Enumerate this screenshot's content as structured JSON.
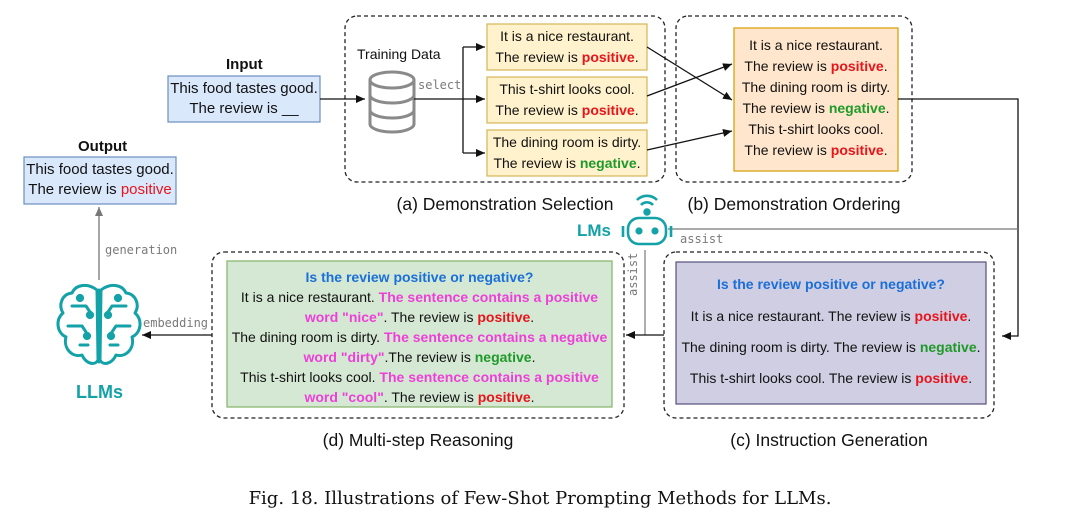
{
  "input": {
    "heading": "Input",
    "line1": "This food tastes good.",
    "line2": "The review is __"
  },
  "output": {
    "heading": "Output",
    "line1": "This food tastes good.",
    "line2_prefix": "The review is ",
    "line2_value": "positive"
  },
  "training_data": {
    "label": "Training Data",
    "arrow_label": "select"
  },
  "selection": {
    "caption": "(a) Demonstration Selection",
    "items": [
      {
        "text": "It is a nice restaurant.",
        "prefix": "The review is ",
        "label": "positive",
        "end": "."
      },
      {
        "text": "This t-shirt looks cool.",
        "prefix": "The review is ",
        "label": "positive",
        "end": "."
      },
      {
        "text": "The dining room is dirty.",
        "prefix": "The review is ",
        "label": "negative",
        "end": "."
      }
    ]
  },
  "ordering": {
    "caption": "(b) Demonstration Ordering",
    "items": [
      {
        "text": "It is a nice restaurant.",
        "prefix": "The review is ",
        "label": "positive",
        "end": "."
      },
      {
        "text": "The dining room is dirty.",
        "prefix": "The review is ",
        "label": "negative",
        "end": "."
      },
      {
        "text": "This t-shirt looks cool.",
        "prefix": "The review is ",
        "label": "positive",
        "end": "."
      }
    ]
  },
  "lms": {
    "label": "LMs",
    "assist_right": "assist",
    "assist_vertical": "assist"
  },
  "instruction": {
    "caption": "(c) Instruction Generation",
    "question": "Is the review positive or negative?",
    "items": [
      {
        "text": "It is a nice restaurant. The review is ",
        "label": "positive",
        "end": "."
      },
      {
        "text": "The dining room is dirty. The review is ",
        "label": "negative",
        "end": "."
      },
      {
        "text": "This t-shirt looks cool. The review is ",
        "label": "positive",
        "end": "."
      }
    ]
  },
  "reasoning": {
    "caption": "(d) Multi-step Reasoning",
    "question": "Is the review positive or negative?",
    "items": [
      {
        "text": "It is a nice restaurant. ",
        "reason_a": "The sentence contains a positive",
        "reason_b": "word \"nice\"",
        "tail": ". The review is ",
        "label": "positive",
        "end": "."
      },
      {
        "text": "The dining room is dirty. ",
        "reason_a": "The sentence contains a negative",
        "reason_b": "word \"dirty\"",
        "tail": ".The review is ",
        "label": "negative",
        "end": "."
      },
      {
        "text": "This t-shirt looks cool. ",
        "reason_a": "The sentence contains a positive",
        "reason_b": "word \"cool\"",
        "tail": ". The review is ",
        "label": "positive",
        "end": "."
      }
    ]
  },
  "llms": {
    "label": "LLMs",
    "embedding": "embedding",
    "generation": "generation"
  },
  "figure_caption": "Fig. 18.  Illustrations of Few-Shot Prompting Methods for LLMs.",
  "colors": {
    "input_fill": "#dae8fc",
    "input_stroke": "#6c8ebf",
    "yellow_fill": "#fff2cc",
    "yellow_stroke": "#d6b656",
    "orange_fill": "#ffe6cc",
    "orange_stroke": "#d79b00",
    "green_fill": "#d5e8d4",
    "green_stroke": "#82b366",
    "purple_fill": "#d0cee2",
    "purple_stroke": "#56517e",
    "teal": "#12a2a8"
  }
}
